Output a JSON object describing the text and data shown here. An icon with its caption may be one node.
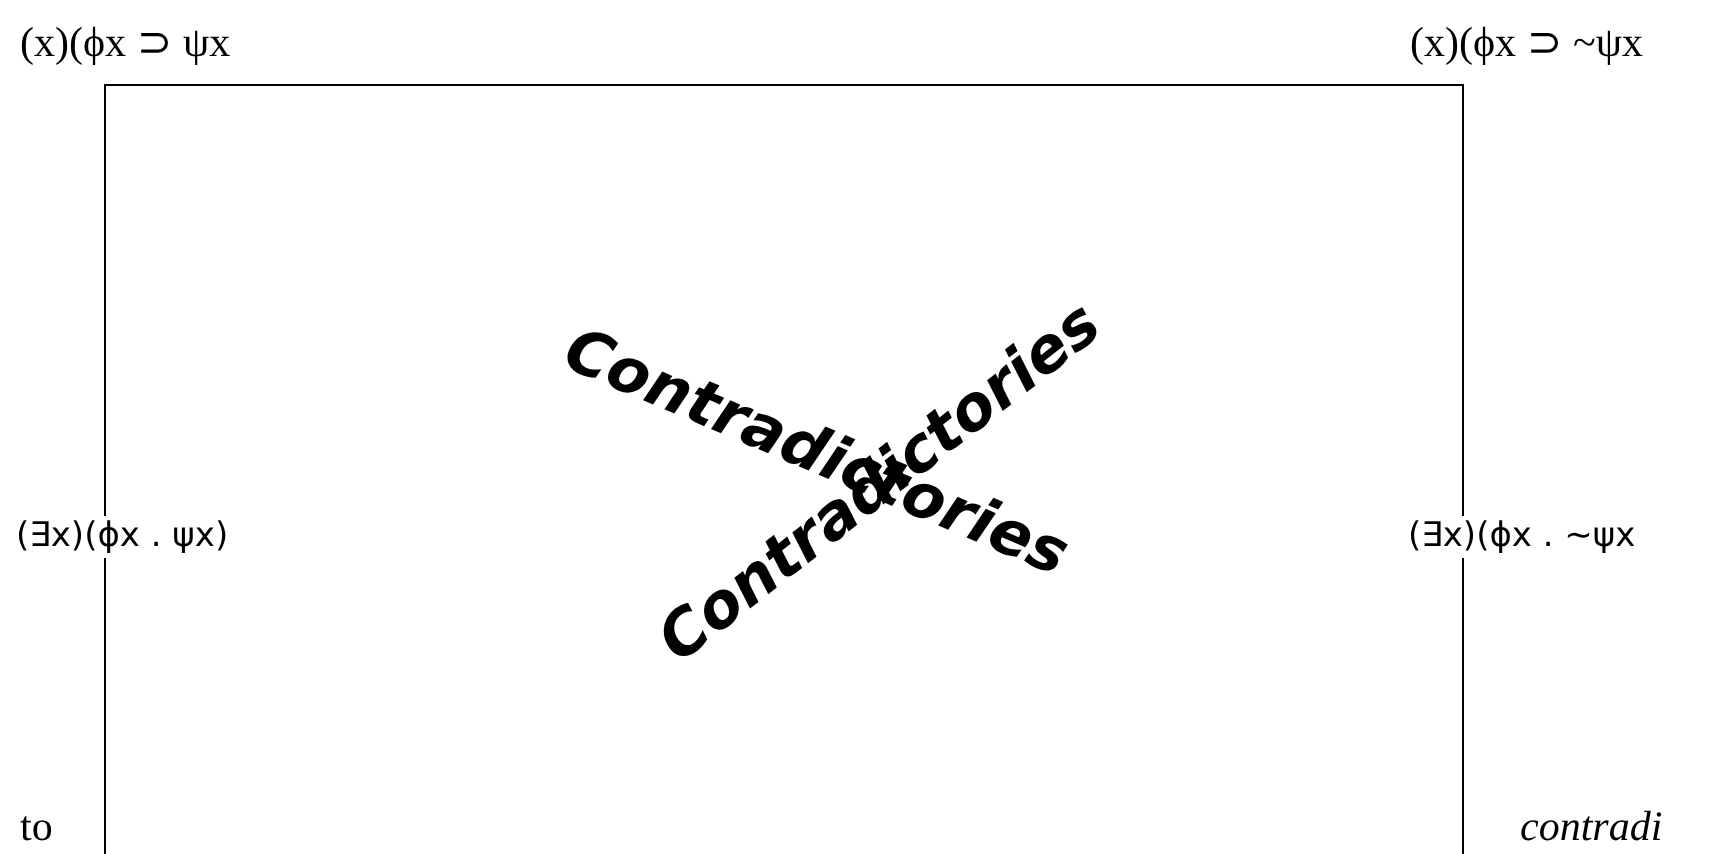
{
  "diagram": {
    "nodes": [
      {
        "text": [
          "(x)(ϕx ⊃ ψx"
        ]
      },
      {
        "text": [
          "(x)(ϕx ⊃ ~ψx"
        ]
      },
      {
        "text": [
          "Contradictories",
          "Contradictories"
        ]
      },
      {
        "text": [
          "(∃x)(ϕx . ψx)"
        ]
      },
      {
        "text": [
          "(∃x)(ϕx . ~ψx"
        ]
      }
    ],
    "labels": [
      "to",
      "contradi"
    ]
  }
}
